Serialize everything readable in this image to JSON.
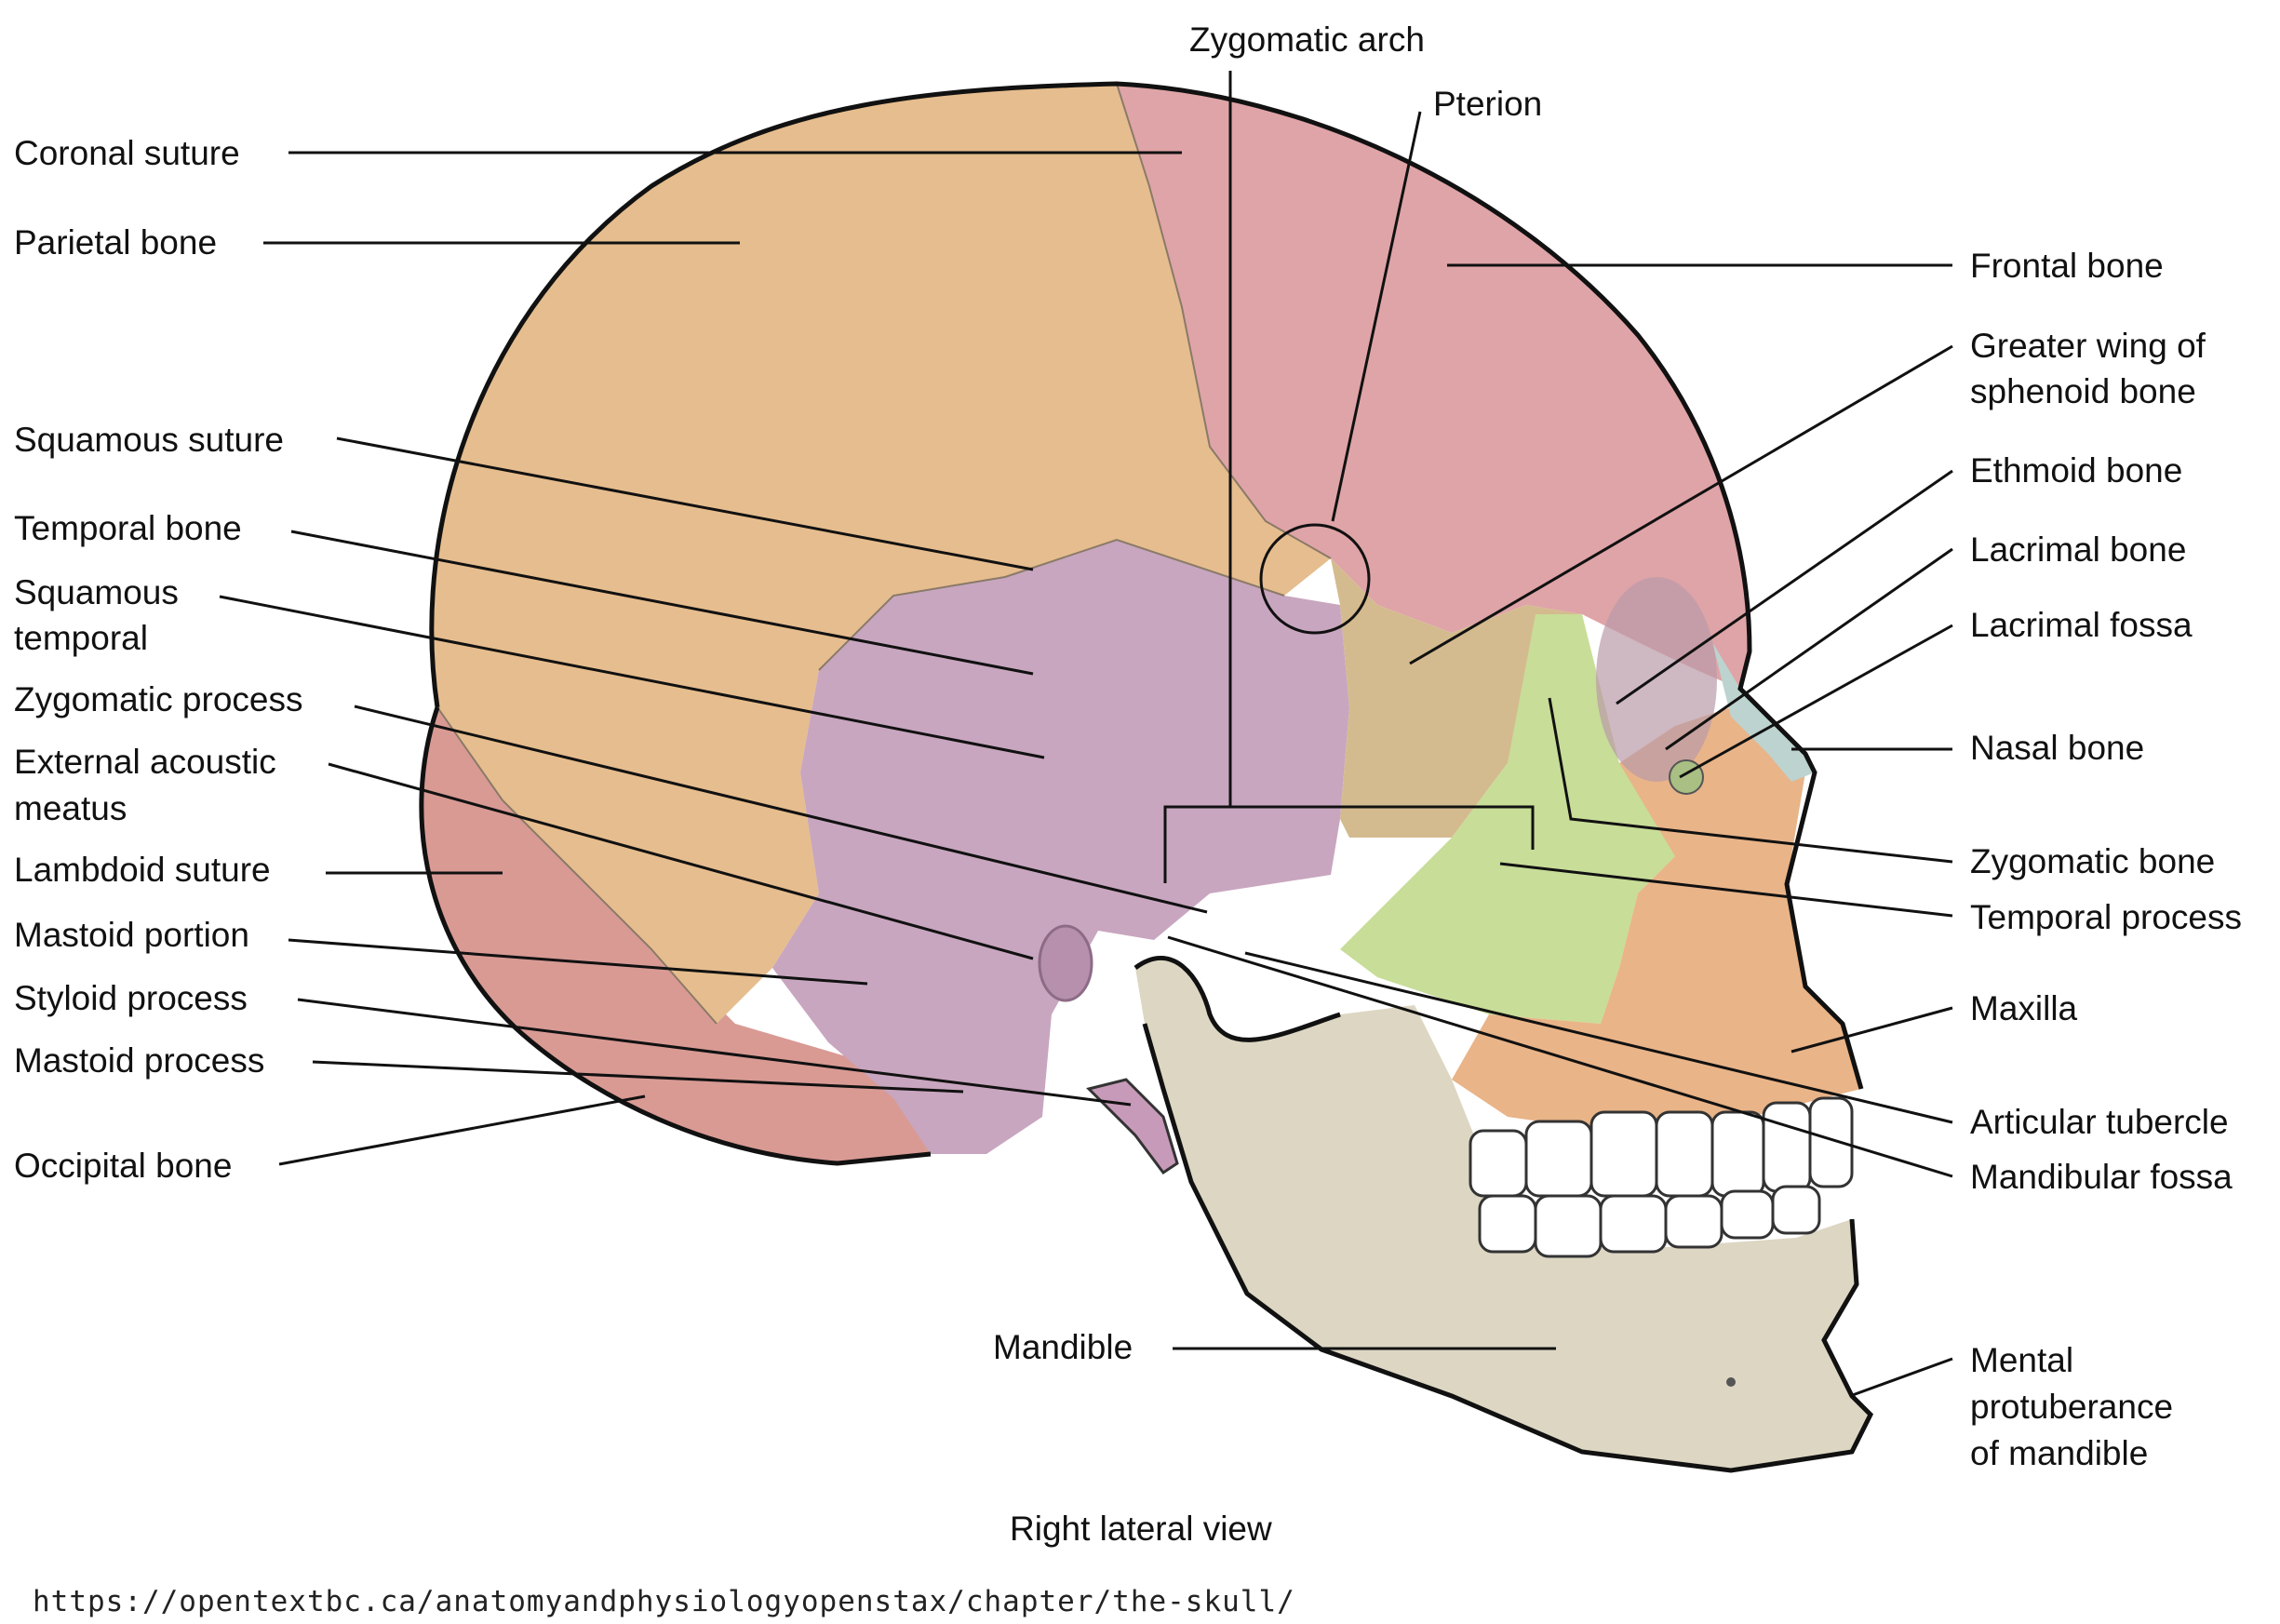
{
  "colors": {
    "parietal": "#e6bd8e",
    "frontal": "#dfa4a7",
    "occipital": "#d99a94",
    "temporal": "#c8a6bf",
    "sphenoid": "#d4bb8f",
    "zygomatic": "#c8dd98",
    "maxilla": "#e9b488",
    "mandible": "#dcd6c3",
    "nasal": "#bcd3cf",
    "teeth": "#ffffff",
    "outline": "#111111",
    "text": "#111111"
  },
  "labels": {
    "zygomatic_arch": "Zygomatic arch",
    "pterion": "Pterion",
    "coronal_suture": "Coronal suture",
    "parietal_bone": "Parietal bone",
    "squamous_suture": "Squamous suture",
    "temporal_bone": "Temporal bone",
    "squamous_temporal_1": "Squamous",
    "squamous_temporal_2": "temporal",
    "zygomatic_process": "Zygomatic process",
    "external_acoustic_1": "External acoustic",
    "external_acoustic_2": "meatus",
    "lambdoid_suture": "Lambdoid suture",
    "mastoid_portion": "Mastoid portion",
    "styloid_process": "Styloid process",
    "mastoid_process": "Mastoid process",
    "occipital_bone": "Occipital bone",
    "frontal_bone": "Frontal bone",
    "greater_wing_1": "Greater wing of",
    "greater_wing_2": "sphenoid bone",
    "ethmoid_bone": "Ethmoid bone",
    "lacrimal_bone": "Lacrimal bone",
    "lacrimal_fossa": "Lacrimal fossa",
    "nasal_bone": "Nasal bone",
    "zygomatic_bone": "Zygomatic bone",
    "temporal_process": "Temporal process",
    "maxilla": "Maxilla",
    "articular_tubercle": "Articular tubercle",
    "mandibular_fossa": "Mandibular fossa",
    "mandible": "Mandible",
    "mental_1": "Mental",
    "mental_2": "protuberance",
    "mental_3": "of mandible"
  },
  "caption": "Right lateral view",
  "source_url": "https://opentextbc.ca/anatomyandphysiologyopenstax/chapter/the-skull/"
}
